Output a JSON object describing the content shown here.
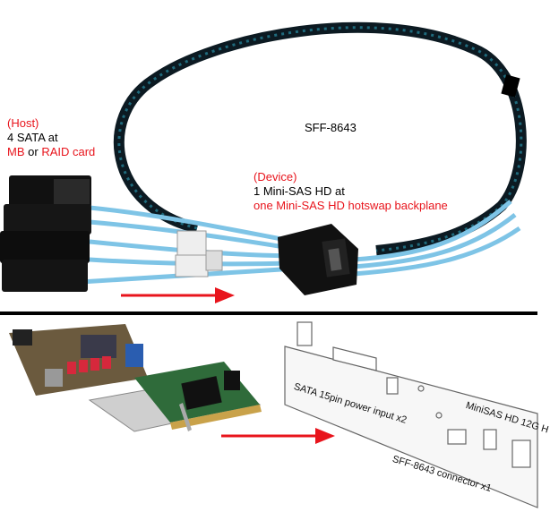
{
  "top": {
    "cable_label": "SFF-8643",
    "host_heading": "(Host)",
    "host_line1": "4 SATA at",
    "host_mb": "MB",
    "host_or": "or",
    "host_raid": "RAID card",
    "device_heading": "(Device)",
    "device_line1": "1 Mini-SAS HD at",
    "device_line2": "one Mini-SAS HD hotswap backplane"
  },
  "bottom": {
    "backplane_label_power": "SATA 15pin power input x2",
    "backplane_label_minisas": "MiniSAS HD 12G H",
    "backplane_label_connector": "SFF-8643 connector x1"
  },
  "colors": {
    "red": "#e8141c",
    "cable_blue": "#7ec4e6",
    "sleeve": "#0c1a22",
    "arrow": "#e8141c"
  }
}
